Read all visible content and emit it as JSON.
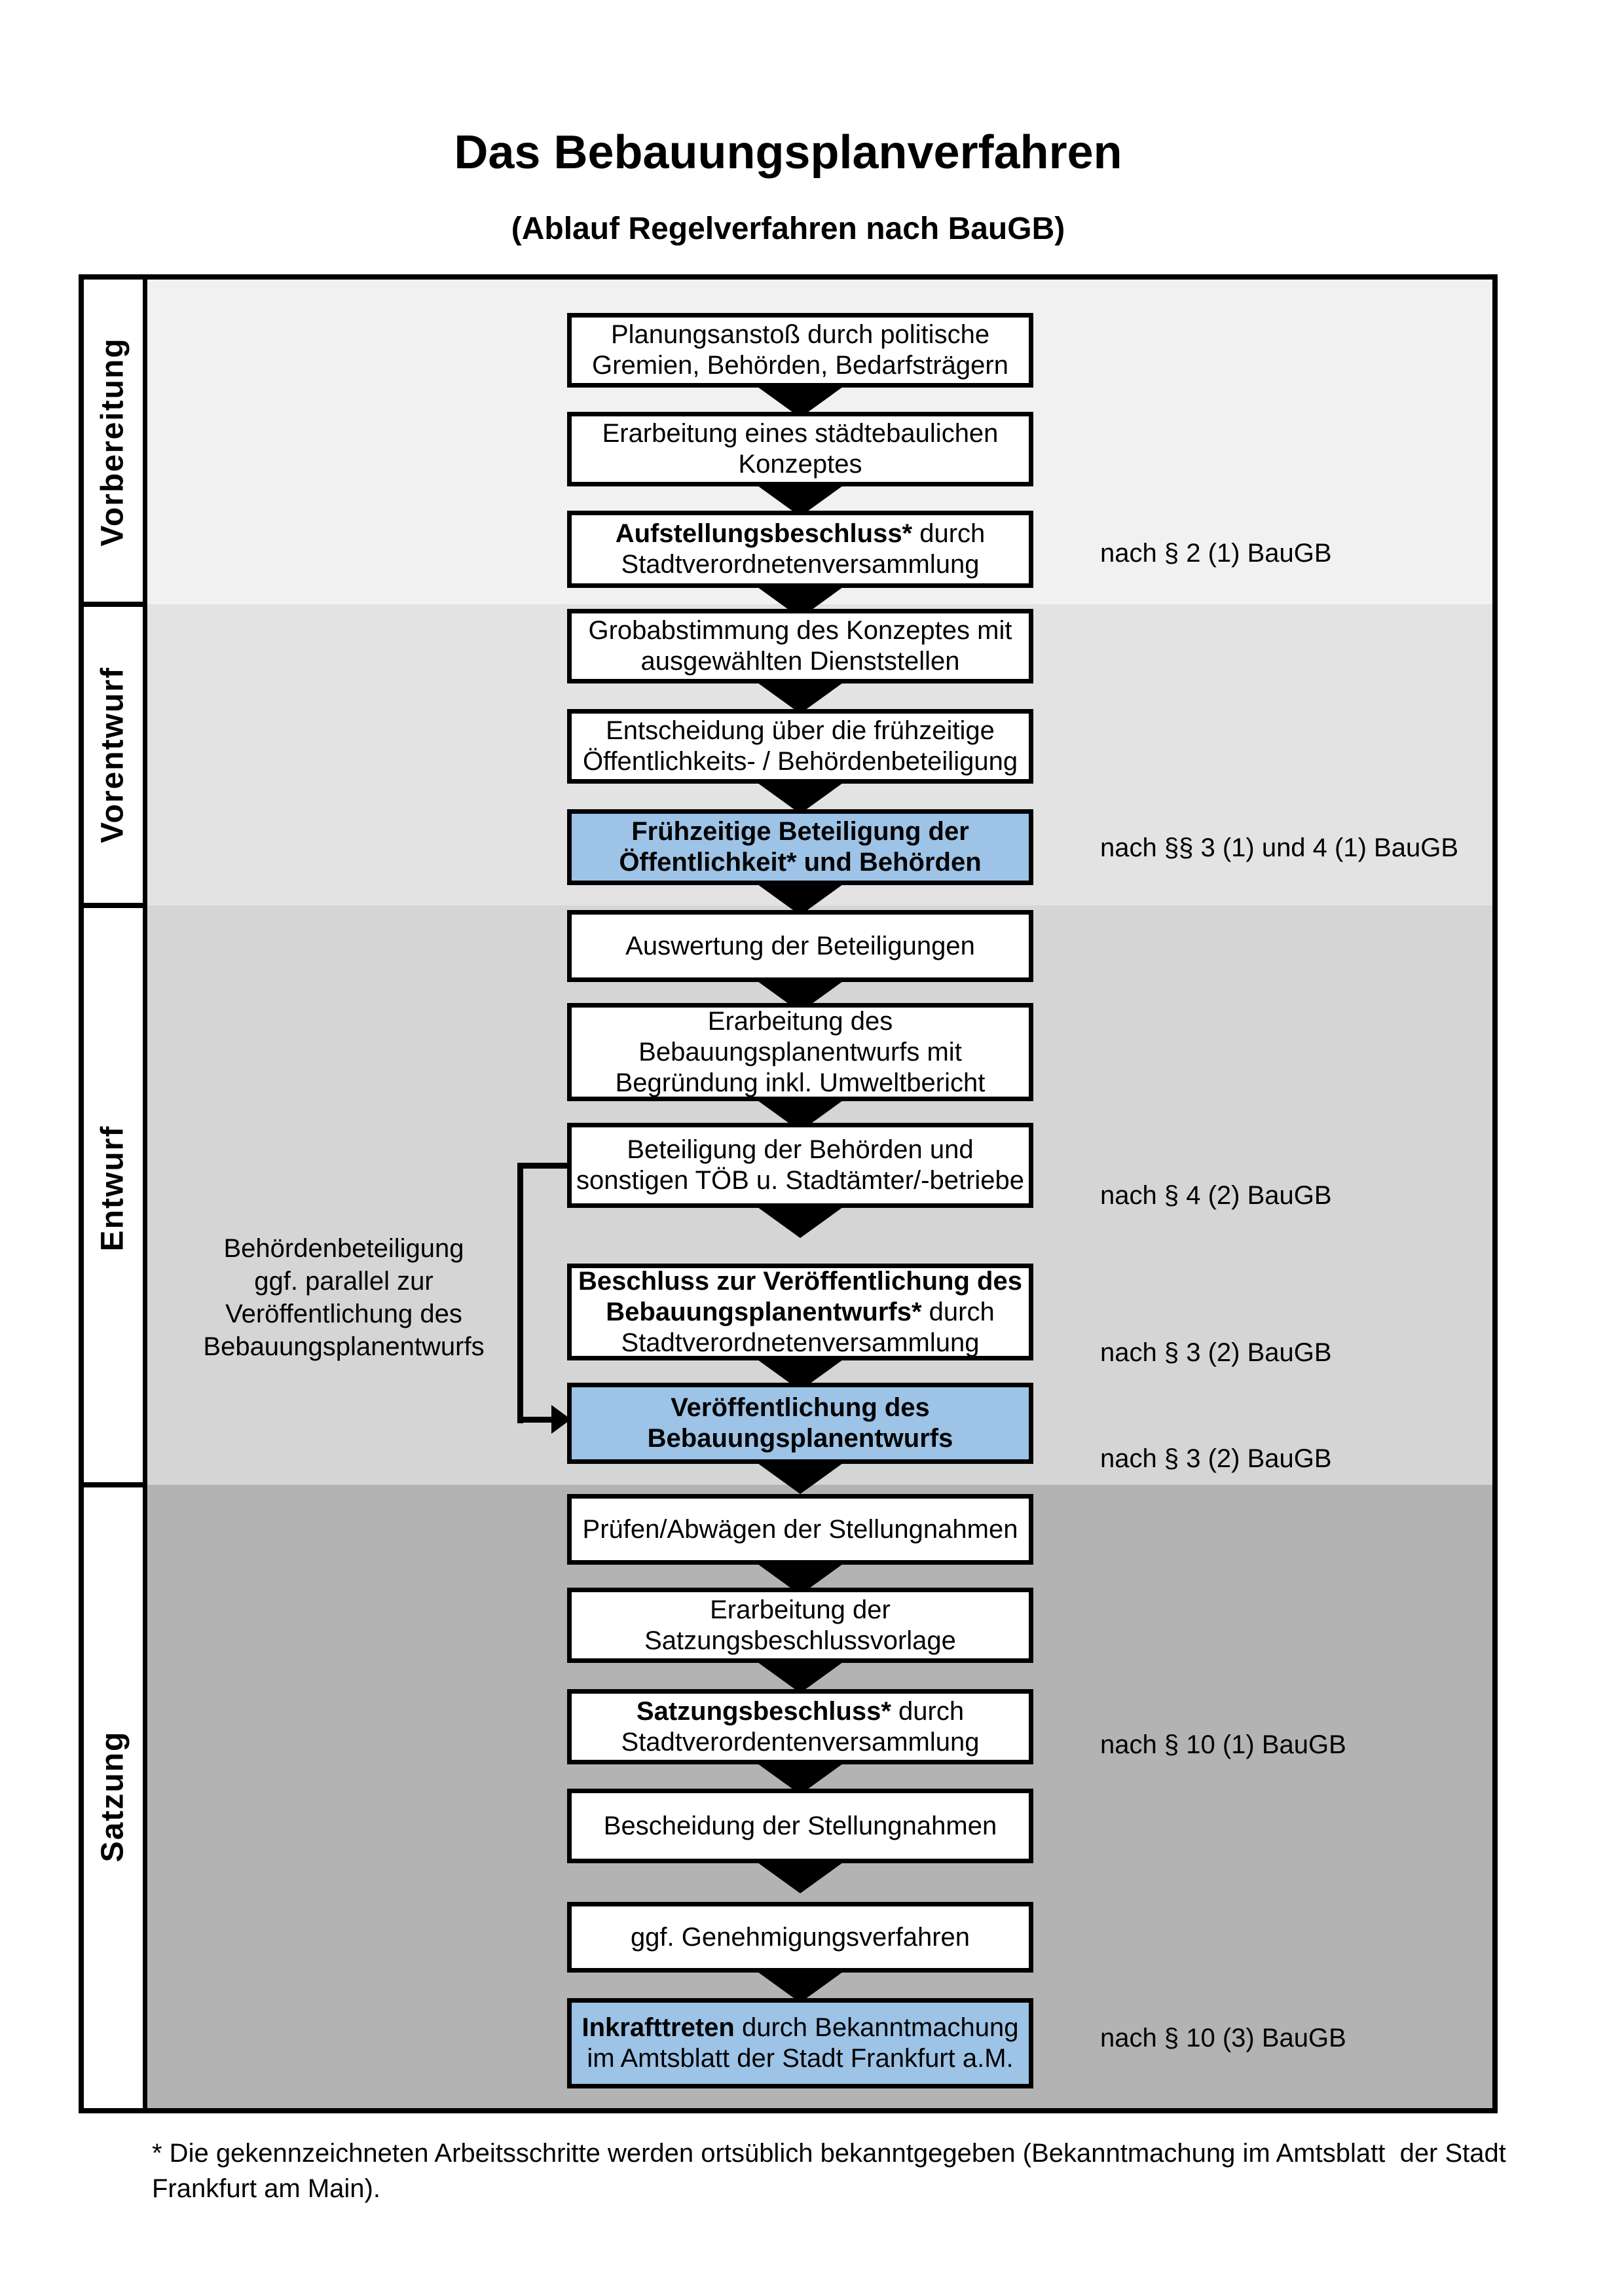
{
  "title": "Das Bebauungsplanverfahren",
  "subtitle": "(Ablauf Regelverfahren nach BauGB)",
  "colors": {
    "highlight_blue": "#9DC3E6",
    "section_vorbereitung": "#F1F1F1",
    "section_vorentwurf": "#E3E3E3",
    "section_entwurf": "#D5D5D5",
    "section_satzung": "#B3B3B3",
    "box_border": "#000000"
  },
  "sections": {
    "vorbereitung": "Vorbereitung",
    "vorentwurf": "Vorentwurf",
    "entwurf": "Entwurf",
    "satzung": "Satzung"
  },
  "boxes": {
    "b1": {
      "l1": "Planungsanstoß durch politische",
      "l2": "Gremien, Behörden, Bedarfsträgern"
    },
    "b2": {
      "l1": "Erarbeitung eines städtebaulichen",
      "l2": "Konzeptes"
    },
    "b3": {
      "l1_bold": "Aufstellungsbeschluss*",
      "l1_rest": " durch",
      "l2": "Stadtverordnetenversammlung"
    },
    "b4": {
      "l1": "Grobabstimmung des Konzeptes mit",
      "l2": "ausgewählten Dienststellen"
    },
    "b5": {
      "l1": "Entscheidung über die frühzeitige",
      "l2": "Öffentlichkeits- / Behördenbeteiligung"
    },
    "b6": {
      "l1": "Frühzeitige Beteiligung der",
      "l2": "Öffentlichkeit* und Behörden"
    },
    "b7": {
      "l1": "Auswertung der Beteiligungen"
    },
    "b8": {
      "l1": "Erarbeitung des",
      "l2": "Bebauungsplanentwurfs mit",
      "l3": "Begründung inkl. Umweltbericht"
    },
    "b9": {
      "l1": "Beteiligung der Behörden und",
      "l2": "sonstigen TÖB u. Stadtämter/-betriebe"
    },
    "b10": {
      "l1_bold": "Beschluss zur Veröffentlichung des",
      "l2_bold": "Bebauungsplanentwurfs*",
      "l2_rest": " durch",
      "l3": "Stadtverordnetenversammlung"
    },
    "b11": {
      "l1": "Veröffentlichung des",
      "l2": "Bebauungsplanentwurfs"
    },
    "b12": {
      "l1": "Prüfen/Abwägen der Stellungnahmen"
    },
    "b13": {
      "l1": "Erarbeitung der",
      "l2": "Satzungsbeschlussvorlage"
    },
    "b14": {
      "l1_bold": "Satzungsbeschluss*",
      "l1_rest": " durch",
      "l2": "Stadtverordentenversammlung"
    },
    "b15": {
      "l1": "Bescheidung der Stellungnahmen"
    },
    "b16": {
      "l1": "ggf. Genehmigungsverfahren"
    },
    "b17": {
      "l1_bold": "Inkrafttreten",
      "l1_rest": " durch Bekanntmachung",
      "l2": "im Amtsblatt der Stadt Frankfurt a.M."
    }
  },
  "law_refs": {
    "r1": "nach § 2 (1) BauGB",
    "r2": "nach §§ 3 (1) und 4 (1) BauGB",
    "r3": "nach § 4 (2) BauGB",
    "r4": "nach § 3 (2) BauGB",
    "r5": "nach § 3 (2) BauGB",
    "r6": "nach § 10 (1) BauGB",
    "r7": "nach § 10 (3) BauGB"
  },
  "side_note": {
    "l1": "Behördenbeteiligung",
    "l2": "ggf. parallel zur",
    "l3": "Veröffentlichung des",
    "l4": "Bebauungsplanentwurfs"
  },
  "footnote": "* Die gekennzeichneten Arbeitsschritte werden ortsüblich bekanntgegeben (Bekanntmachung im Amtsblatt  der Stadt Frankfurt am Main)."
}
